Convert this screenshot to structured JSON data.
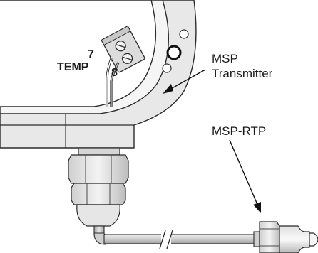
{
  "labels": {
    "transmitter_line1": "MSP",
    "transmitter_line2": "Transmitter",
    "sensor": "MSP-RTP",
    "terminal_upper": "7",
    "terminal_lower": "8",
    "terminal_block": "TEMP"
  },
  "colors": {
    "housing_fill": "#eaeaea",
    "housing_inner": "#f4f4f4",
    "outline": "#2b2b2b",
    "cable": "#d2d2d2",
    "terminal_block": "#dcdcdc"
  }
}
